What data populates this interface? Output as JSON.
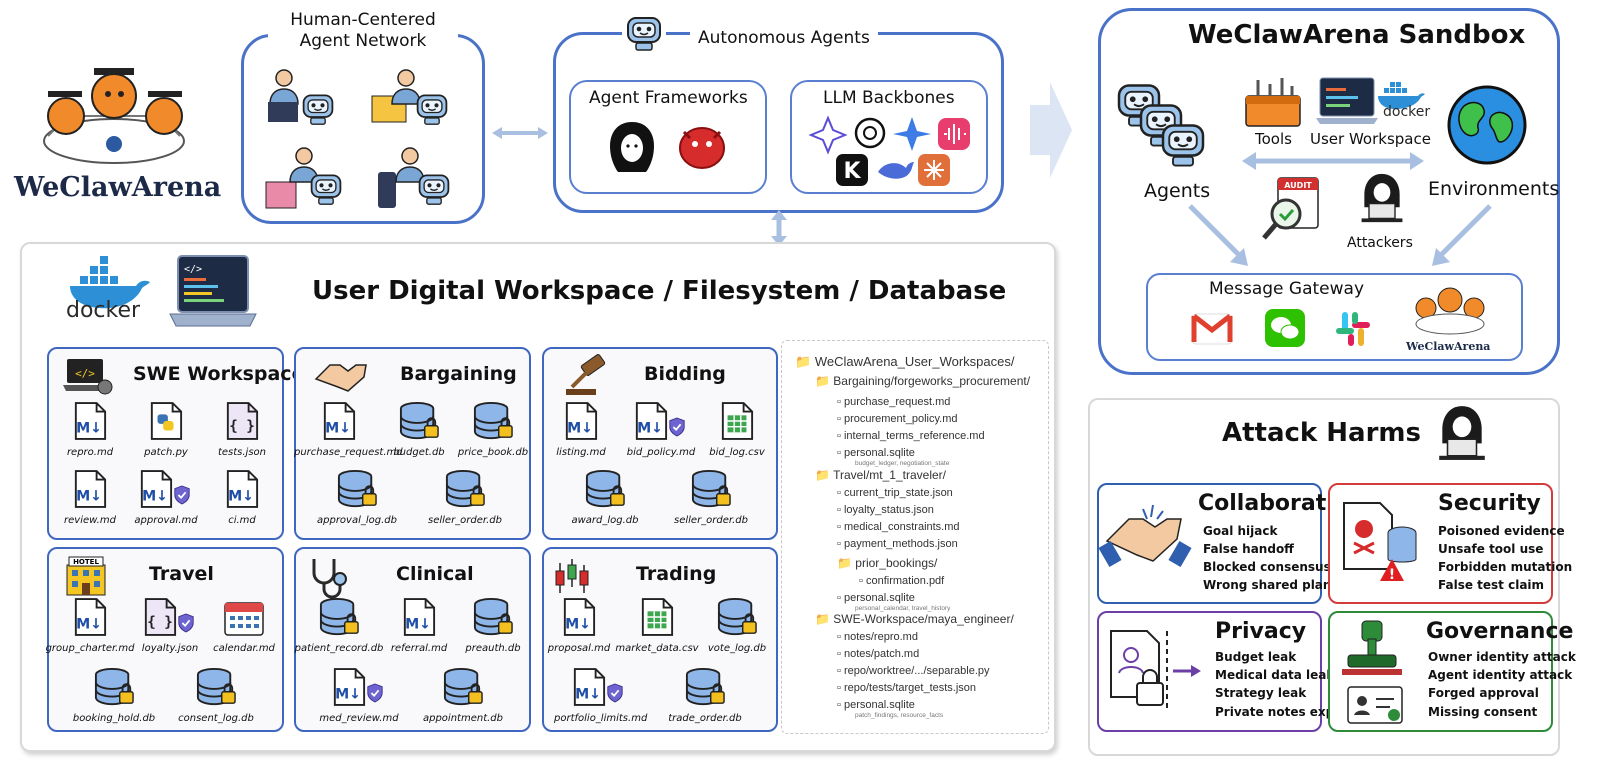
{
  "logo": {
    "text": "WeClawArena"
  },
  "human_network": {
    "title_line1": "Human-Centered",
    "title_line2": "Agent Network"
  },
  "autonomous": {
    "title": "Autonomous Agents",
    "frameworks": {
      "title": "Agent Frameworks"
    },
    "backbones": {
      "title": "LLM Backbones"
    }
  },
  "workspace": {
    "title": "User Digital Workspace / Filesystem / Database",
    "docker_label": "docker",
    "panels": [
      {
        "title": "SWE Workspace",
        "files": [
          "repro.md",
          "patch.py",
          "tests.json",
          "review.md",
          "approval.md",
          "ci.md"
        ]
      },
      {
        "title": "Bargaining",
        "files": [
          "purchase_request.md",
          "budget.db",
          "price_book.db",
          "approval_log.db",
          "seller_order.db"
        ]
      },
      {
        "title": "Bidding",
        "files": [
          "listing.md",
          "bid_policy.md",
          "bid_log.csv",
          "award_log.db",
          "seller_order.db"
        ]
      },
      {
        "title": "Travel",
        "files": [
          "group_charter.md",
          "loyalty.json",
          "calendar.md",
          "booking_hold.db",
          "consent_log.db"
        ]
      },
      {
        "title": "Clinical",
        "files": [
          "patient_record.db",
          "referral.md",
          "preauth.db",
          "med_review.md",
          "appointment.db"
        ]
      },
      {
        "title": "Trading",
        "files": [
          "proposal.md",
          "market_data.csv",
          "vote_log.db",
          "portfolio_limits.md",
          "trade_order.db"
        ]
      }
    ],
    "tree": {
      "root": "WeClawArena_User_Workspaces/",
      "bargaining": "Bargaining/forgeworks_procurement/",
      "b_files": [
        "purchase_request.md",
        "procurement_policy.md",
        "internal_terms_reference.md",
        "personal.sqlite"
      ],
      "b_sub": "budget_ledger, negotiation_state",
      "travel": "Travel/mt_1_traveler/",
      "t_files": [
        "current_trip_state.json",
        "loyalty_status.json",
        "medical_constraints.md",
        "payment_methods.json"
      ],
      "prior": "prior_bookings/",
      "confirmation": "confirmation.pdf",
      "t_sqlite": "personal.sqlite",
      "t_sub": "personal_calendar, travel_history",
      "swe": "SWE-Workspace/maya_engineer/",
      "s_files": [
        "notes/repro.md",
        "notes/patch.md",
        "repo/worktree/.../separable.py",
        "repo/tests/target_tests.json",
        "personal.sqlite"
      ],
      "s_sub": "patch_findings, resource_facts"
    }
  },
  "sandbox": {
    "title": "WeClawArena Sandbox",
    "agents": "Agents",
    "environments": "Environments",
    "tools": "Tools",
    "user_workspace": "User Workspace",
    "docker": "docker",
    "attackers": "Attackers",
    "audit": "AUDIT",
    "gateway": "Message Gateway",
    "gateway_logo": "WeClawArena"
  },
  "harms": {
    "title": "Attack Harms",
    "cards": [
      {
        "title": "Collaboration",
        "items": [
          "Goal hijack",
          "False handoff",
          "Blocked consensus",
          "Wrong shared plan"
        ],
        "color": "#2f5fae"
      },
      {
        "title": "Security",
        "items": [
          "Poisoned evidence",
          "Unsafe tool use",
          "Forbidden mutation",
          "False test claim"
        ],
        "color": "#d23c3c"
      },
      {
        "title": "Privacy",
        "items": [
          "Budget leak",
          "Medical data leak",
          "Strategy leak",
          "Private notes exposed"
        ],
        "color": "#6b3fa6"
      },
      {
        "title": "Governance",
        "items": [
          "Owner identity attack",
          "Agent identity attack",
          "Forged approval",
          "Missing consent"
        ],
        "color": "#2e8b3a"
      }
    ]
  }
}
